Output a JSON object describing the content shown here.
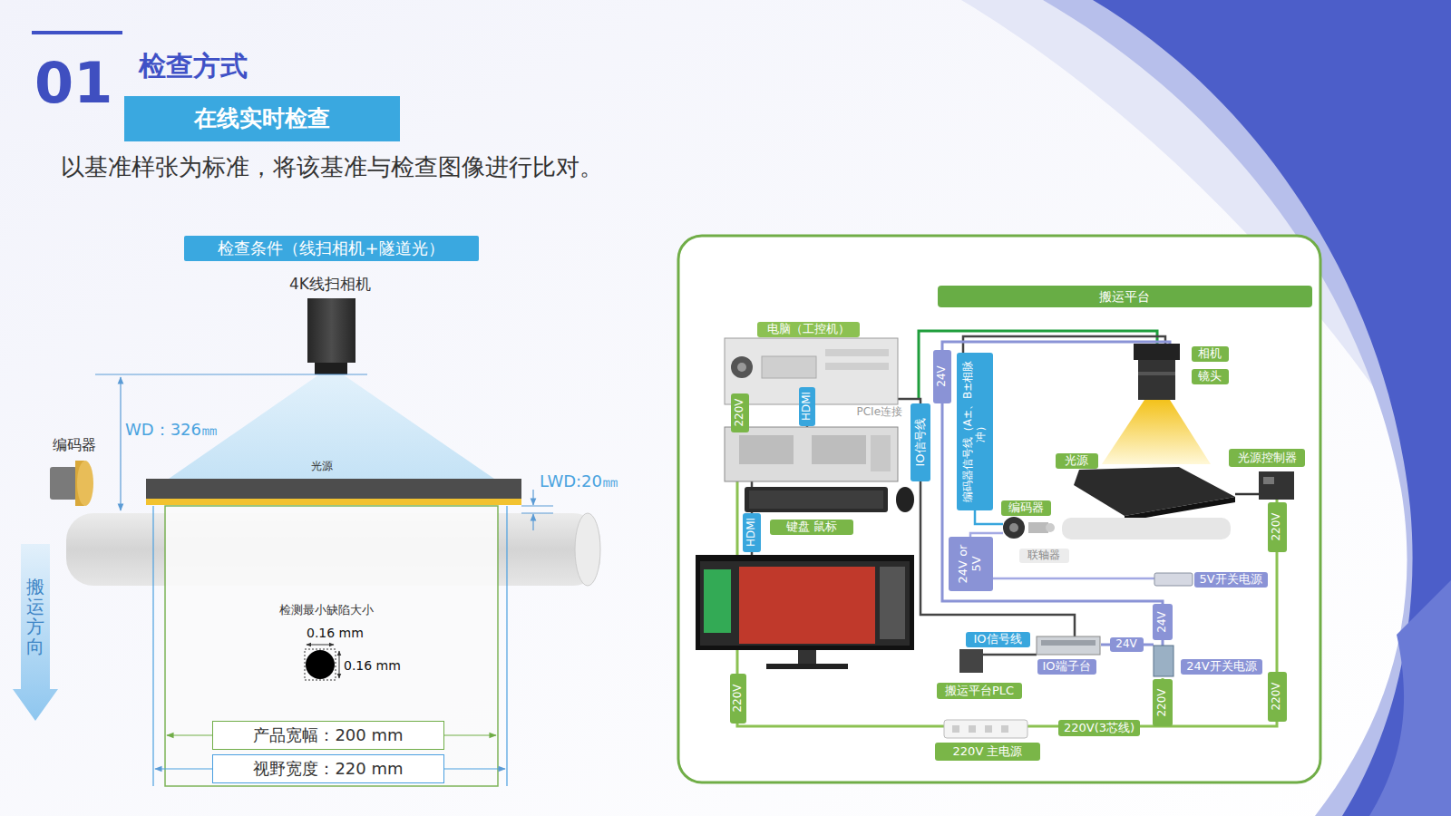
{
  "diagram": {
    "title": "检查方式",
    "nodes": [
      {
        "text": [
          "在线实时检查"
        ]
      },
      {
        "text": [
          "检查条件（线扫相机+隧道光）"
        ]
      },
      {
        "text": [
          "产品宽幅：200 mm"
        ]
      },
      {
        "text": [
          "视野宽度：220 mm"
        ]
      },
      {
        "text": [
          "搬运平台"
        ]
      },
      {
        "text": [
          "电脑（工控机）"
        ]
      },
      {
        "text": [
          "220V"
        ]
      },
      {
        "text": [
          "HDMI"
        ]
      },
      {
        "text": [
          "24V"
        ]
      },
      {
        "text": [
          "编码器信号线（A±、B±相脉冲）"
        ]
      },
      {
        "text": [
          "相机"
        ]
      },
      {
        "text": [
          "镜头"
        ]
      },
      {
        "text": [
          "IO信号线"
        ]
      },
      {
        "text": [
          "光源"
        ]
      },
      {
        "text": [
          "光源控制器"
        ]
      },
      {
        "text": [
          "编码器"
        ]
      },
      {
        "text": [
          "键盘 鼠标"
        ]
      },
      {
        "text": [
          "HDMI"
        ]
      },
      {
        "text": [
          "联轴器"
        ]
      },
      {
        "text": [
          "220V"
        ]
      },
      {
        "text": [
          "24V or 5V"
        ]
      },
      {
        "text": [
          "5V开关电源"
        ]
      },
      {
        "text": [
          "24V"
        ]
      },
      {
        "text": [
          "IO信号线"
        ]
      },
      {
        "text": [
          "24V"
        ]
      },
      {
        "text": [
          "IO端子台"
        ]
      },
      {
        "text": [
          "24V开关电源"
        ]
      },
      {
        "text": [
          "搬运平台PLC"
        ]
      },
      {
        "text": [
          "220V"
        ]
      },
      {
        "text": [
          "220V"
        ]
      },
      {
        "text": [
          "220V"
        ]
      },
      {
        "text": [
          "220V(3芯线)"
        ]
      },
      {
        "text": [
          "220V 主电源"
        ]
      }
    ],
    "labels": [
      "01",
      "以基准样张为标准，将该基准与检查图像进行比对。",
      "4K线扫相机",
      "WD：326㎜",
      "编码器",
      "光源",
      "LWD:20㎜",
      "搬运方向",
      "检测最小缺陷大小",
      "0.16 mm",
      "0.16 mm",
      "PCIe连接"
    ]
  }
}
